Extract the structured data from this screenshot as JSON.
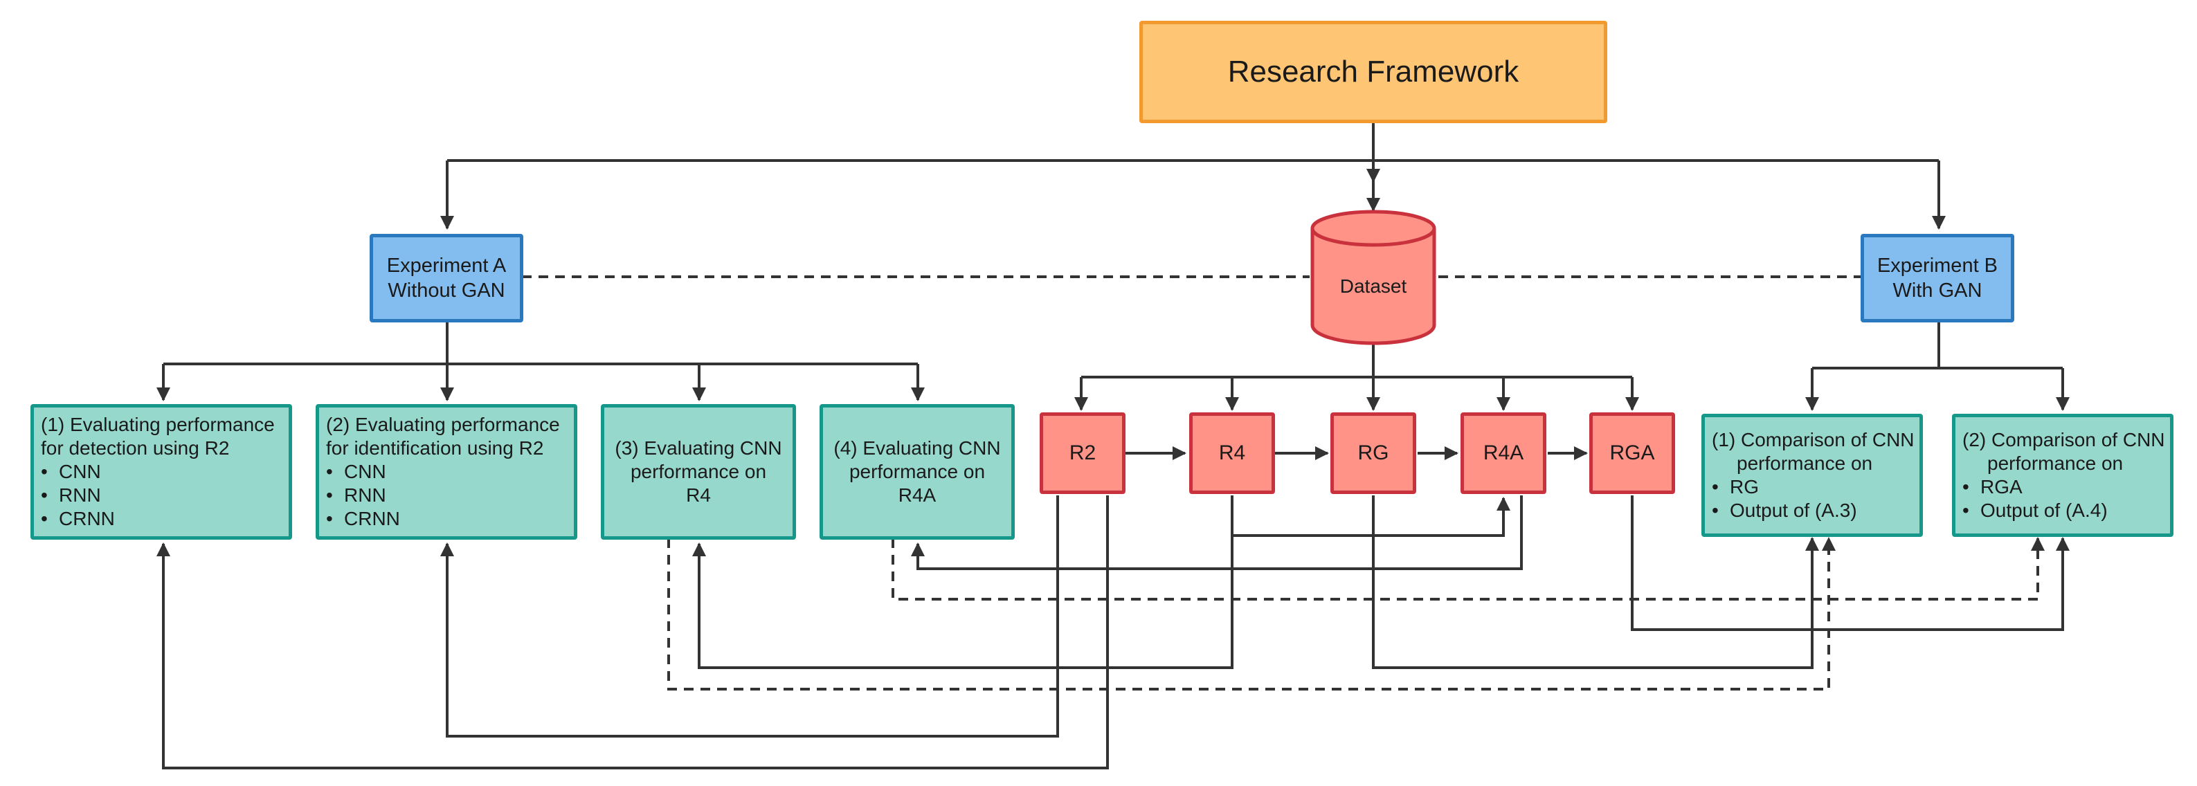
{
  "title": "Research Framework",
  "dataset": "Dataset",
  "experiment_a": [
    "Experiment A",
    "Without GAN"
  ],
  "experiment_b": [
    "Experiment B",
    "With GAN"
  ],
  "datasets": [
    "R2",
    "R4",
    "RG",
    "R4A",
    "RGA"
  ],
  "exp_a_tasks": [
    {
      "lines": [
        "(1) Evaluating performance",
        "for detection using R2"
      ],
      "bullets": [
        "CNN",
        "RNN",
        "CRNN"
      ]
    },
    {
      "lines": [
        "(2) Evaluating performance",
        "for identification using R2"
      ],
      "bullets": [
        "CNN",
        "RNN",
        "CRNN"
      ]
    },
    {
      "lines": [
        "(3) Evaluating CNN",
        "performance on",
        "R4"
      ]
    },
    {
      "lines": [
        "(4) Evaluating CNN",
        "performance on",
        "R4A"
      ]
    }
  ],
  "exp_b_tasks": [
    {
      "lines": [
        "(1) Comparison of CNN",
        "performance on"
      ],
      "bullets": [
        "RG",
        "Output of (A.3)"
      ]
    },
    {
      "lines": [
        "(2) Comparison of CNN",
        "performance on"
      ],
      "bullets": [
        "RGA",
        "Output of (A.4)"
      ]
    }
  ],
  "colors": {
    "root_fill": "#fdc574",
    "root_border": "#f29a2e",
    "exp_fill": "#83bdf0",
    "exp_border": "#2a78bd",
    "task_fill": "#97d8cc",
    "task_border": "#15988a",
    "data_fill": "#ff9387",
    "data_border": "#c9323c",
    "line": "#333333"
  }
}
